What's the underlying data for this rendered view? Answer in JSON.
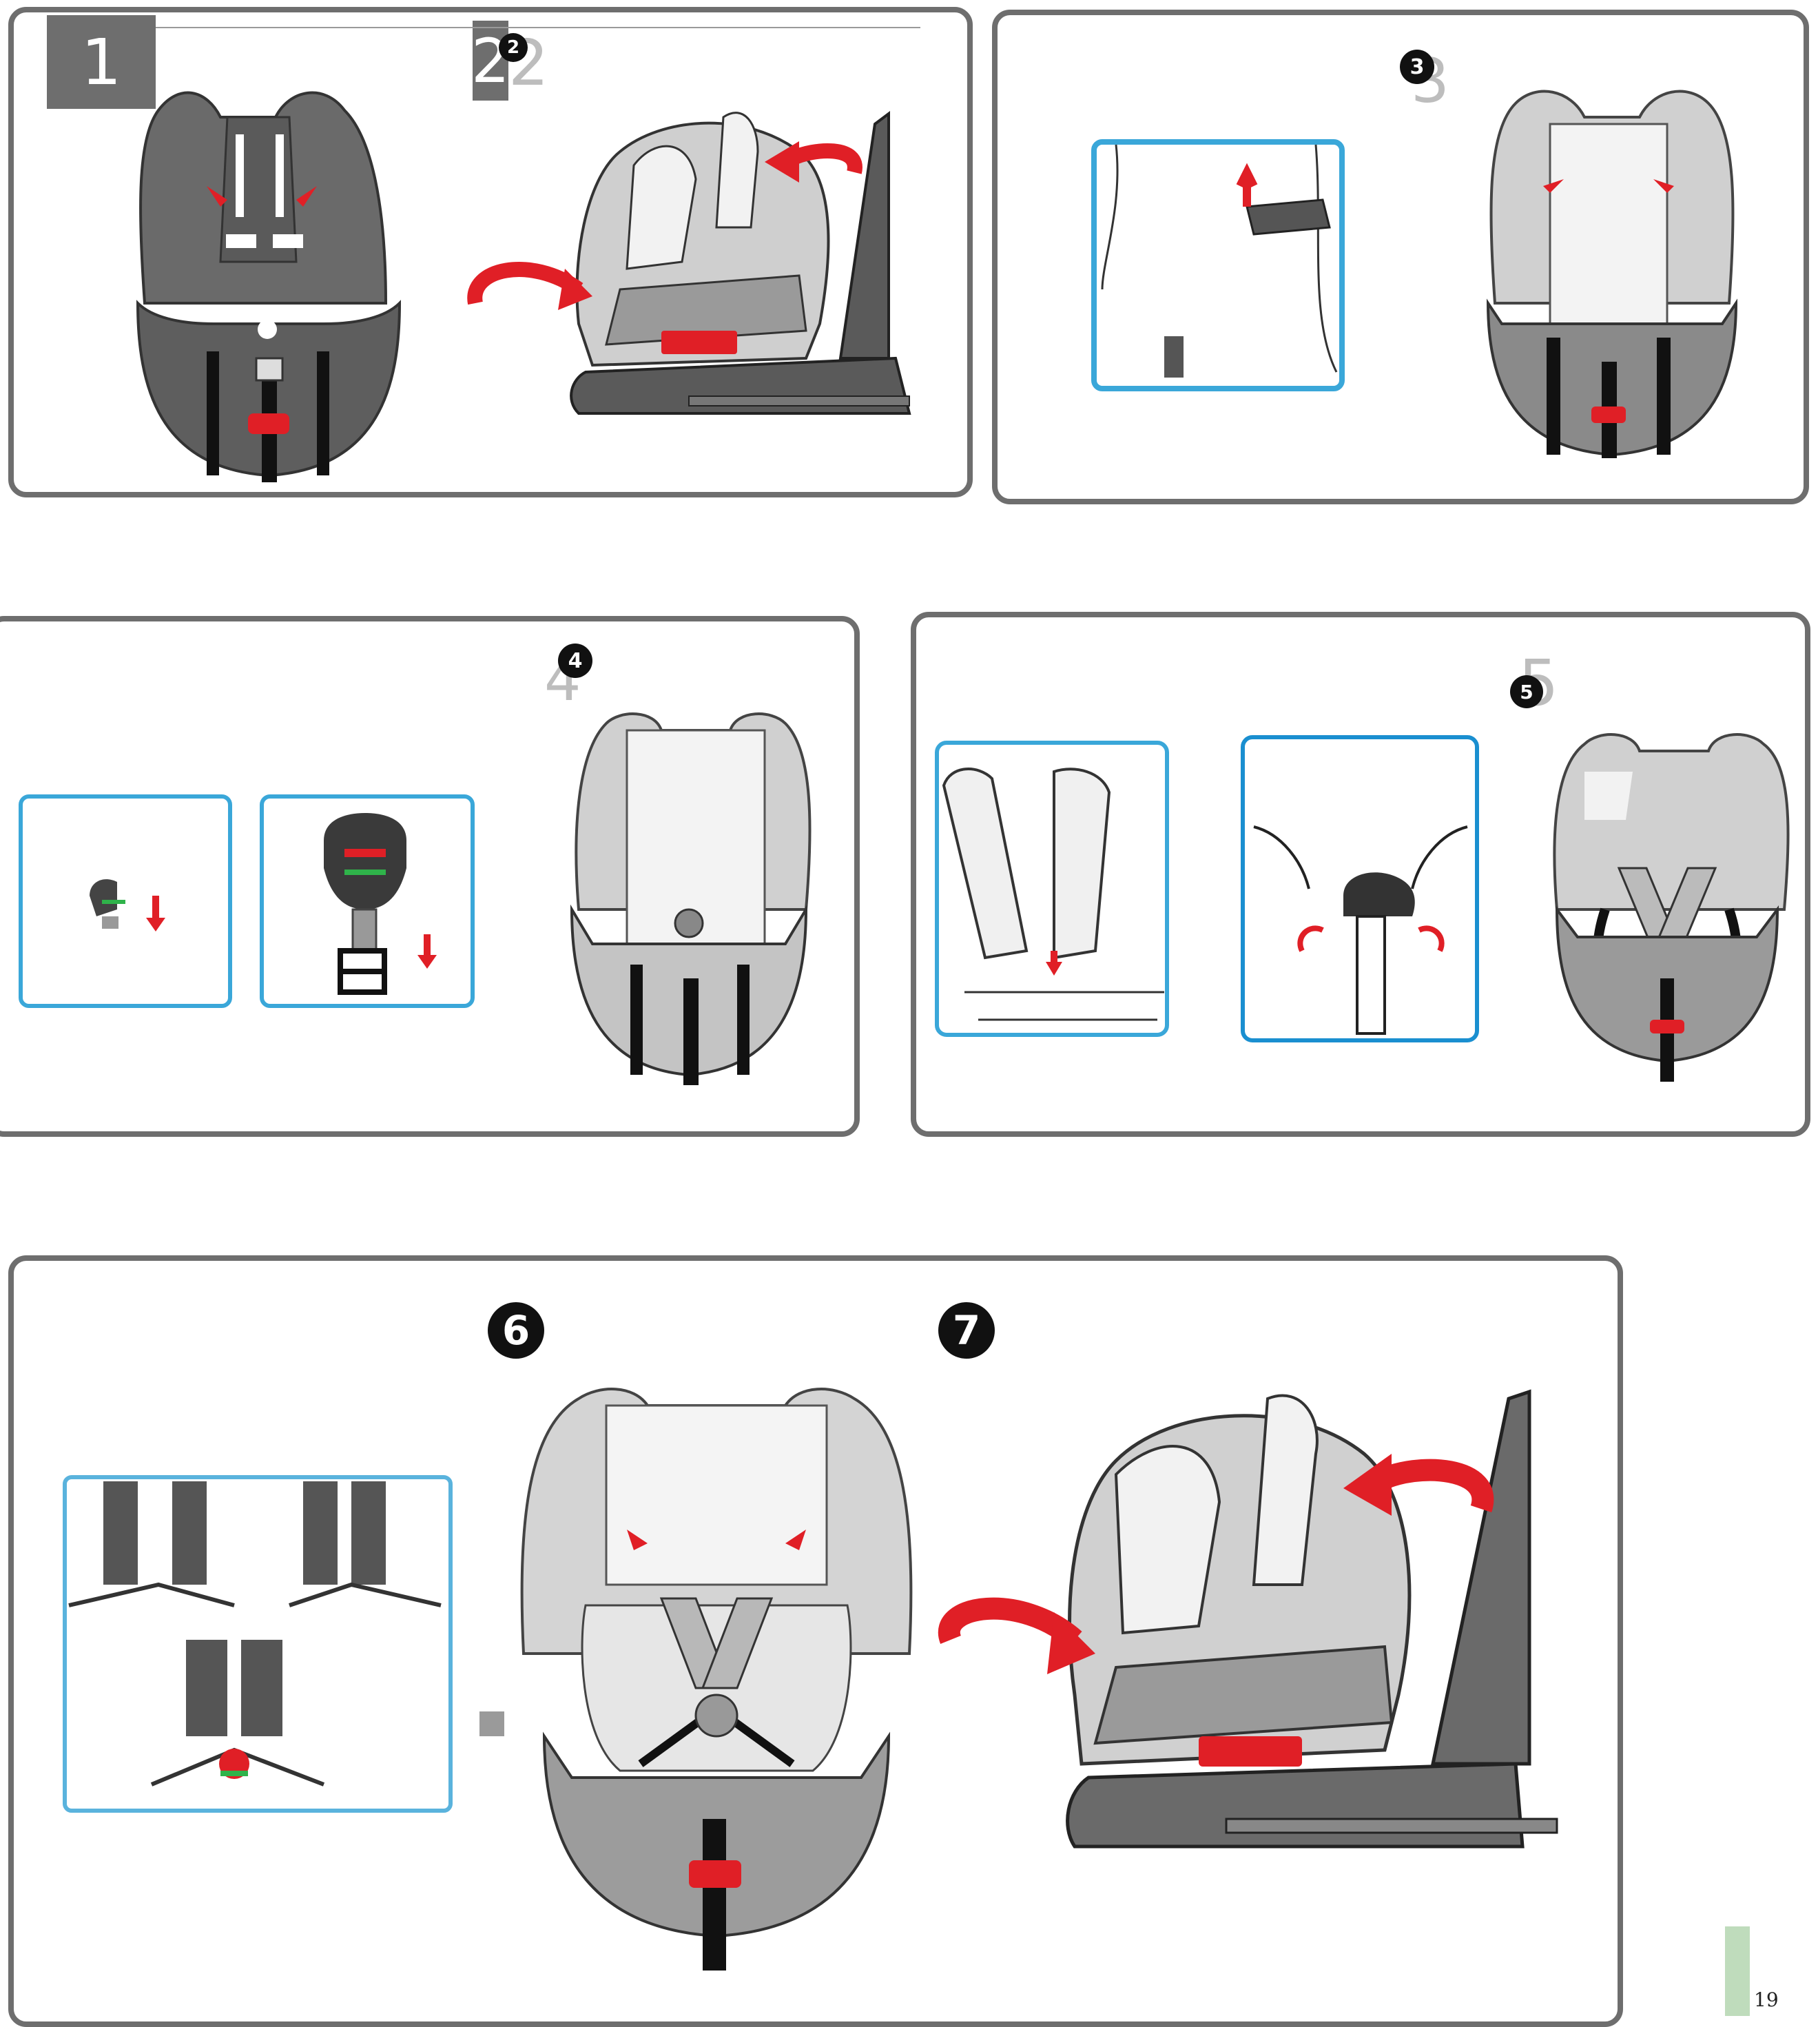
{
  "page": {
    "number": "19",
    "tab_color": "#bfdcbc"
  },
  "colors": {
    "frame": "#6e6e6e",
    "seat_dark": "#6a6a6a",
    "seat_light": "#c8c8c8",
    "seat_pale": "#ececec",
    "accent_red": "#e01f26",
    "inset_blue": "#3aa7d9",
    "indicator_green": "#2fb34a",
    "strap": "#111111"
  },
  "steps": [
    {
      "id": "1",
      "label": "1",
      "style": "box"
    },
    {
      "id": "2",
      "label": "2",
      "ghost": "2",
      "style": "box"
    },
    {
      "id": "3",
      "label": "3",
      "ghost": "3",
      "style": "badge"
    },
    {
      "id": "4",
      "label": "4",
      "ghost": "4",
      "style": "badge"
    },
    {
      "id": "5",
      "label": "5",
      "ghost": "5",
      "style": "badge"
    },
    {
      "id": "6",
      "label": "6",
      "style": "badge"
    },
    {
      "id": "7",
      "label": "7",
      "style": "badge"
    }
  ],
  "icons": [
    "rotate-arrow-icon",
    "down-arrow-icon",
    "up-arrow-icon",
    "buckle-icon",
    "car-seat-icon",
    "isofix-base-icon"
  ]
}
